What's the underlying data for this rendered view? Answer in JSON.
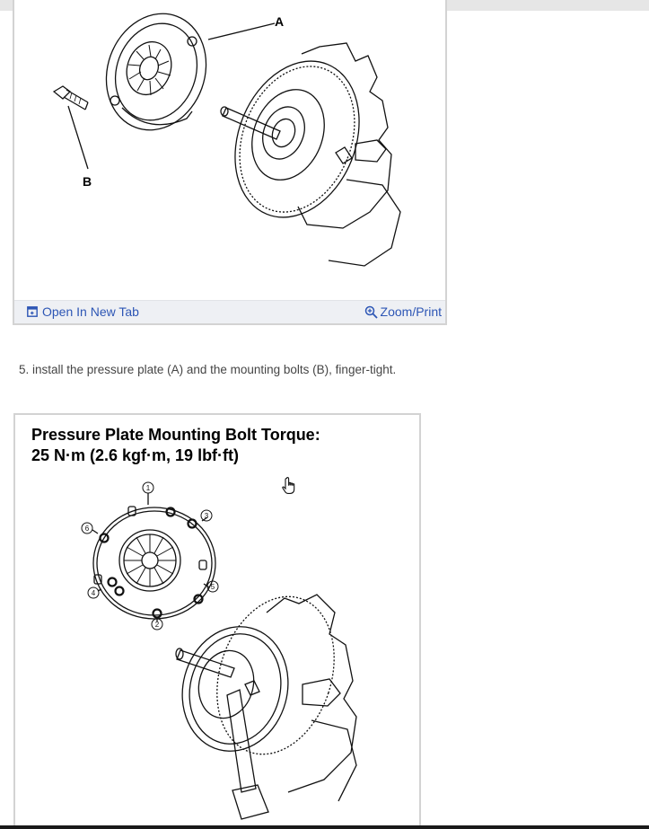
{
  "figure1": {
    "callout_a": "A",
    "callout_b": "B",
    "toolbar": {
      "open_new_tab": "Open In New Tab",
      "zoom_print": "Zoom/Print"
    }
  },
  "step": {
    "text": "5. install the pressure plate (A) and the mounting bolts (B), finger-tight."
  },
  "figure2": {
    "title_line1": "Pressure Plate Mounting Bolt Torque:",
    "title_line2": "25 N·m (2.6 kgf·m, 19 lbf·ft)",
    "bolt_numbers": [
      "1",
      "2",
      "3",
      "4",
      "5",
      "6"
    ]
  },
  "colors": {
    "link": "#2d56b5",
    "toolbar_bg": "#eef0f4",
    "card_border": "#d3d3d3",
    "body_text": "#454545"
  },
  "icons": {
    "open_new_tab": "open-in-new-tab-icon",
    "zoom": "zoom-in-icon",
    "cursor": "hand-pointer-icon"
  }
}
